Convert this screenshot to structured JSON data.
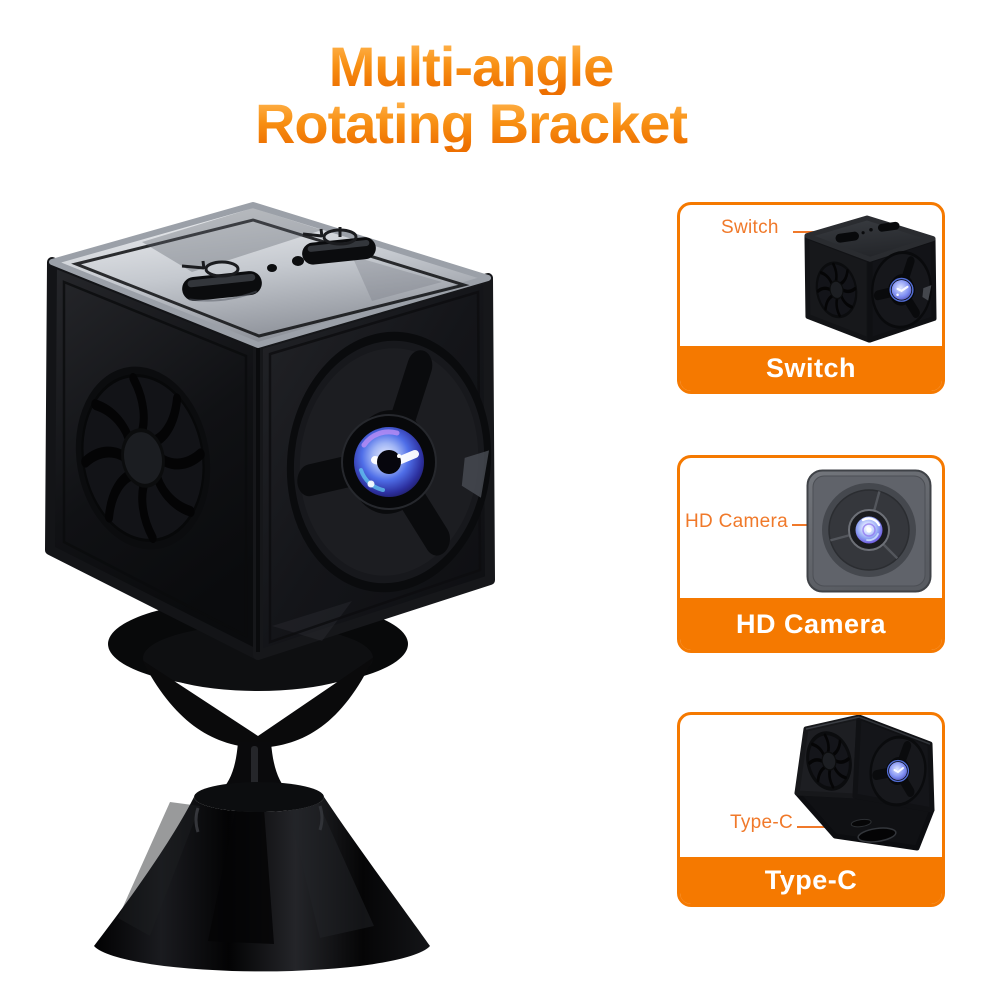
{
  "title": {
    "line1": "Multi-angle",
    "line2": "Rotating Bracket"
  },
  "colors": {
    "background": "#ffffff",
    "accent_orange": "#f57900",
    "callout_text_orange": "#f0792a",
    "banner_text": "#ffffff",
    "title_gradient_top": "#ffb44e",
    "title_gradient_bottom": "#ed6f00",
    "lens_blue": "#4f6ee8",
    "lens_purple": "#7b64ea"
  },
  "main_product": {
    "image": "cube-camera-on-rotating-bracket"
  },
  "feature_cards": [
    {
      "callout_label": "Switch",
      "banner_label": "Switch",
      "image": "cube-camera-three-quarter-top-view"
    },
    {
      "callout_label": "HD Camera",
      "banner_label": "HD Camera",
      "image": "camera-front-lens-view"
    },
    {
      "callout_label": "Type-C",
      "banner_label": "Type-C",
      "image": "cube-camera-bottom-view-type-c-port"
    }
  ]
}
